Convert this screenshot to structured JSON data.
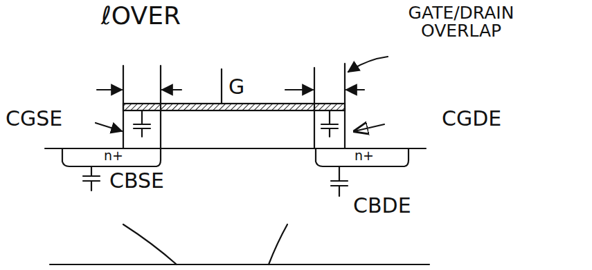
{
  "diagram": {
    "labels": [
      "ℓOVER",
      "G",
      "GATE/DRAIN OVERLAP",
      "CGSE",
      "CGDE",
      "n+",
      "n+",
      "CBSE",
      "CBDE"
    ]
  }
}
